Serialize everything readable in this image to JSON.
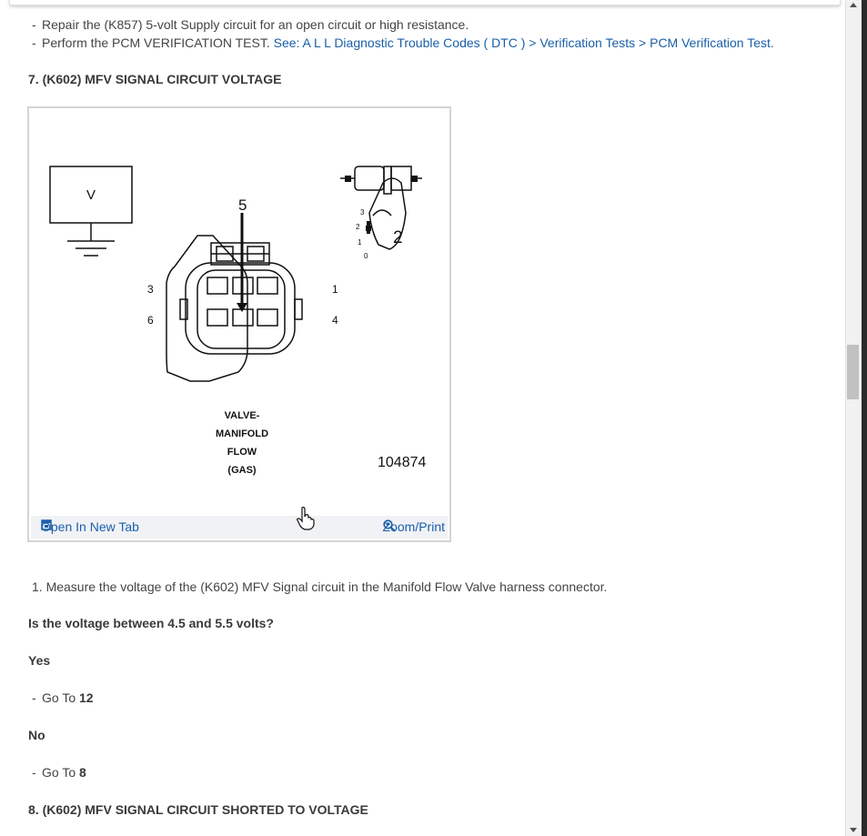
{
  "top_bullets": [
    {
      "text": "Repair the (K857) 5-volt Supply circuit for an open circuit or high resistance."
    },
    {
      "text": "Perform the PCM VERIFICATION TEST. ",
      "link": "See: A L L Diagnostic Trouble Codes ( DTC ) > Verification Tests > PCM Verification Test."
    }
  ],
  "section7": {
    "title": "7. (K602) MFV SIGNAL CIRCUIT VOLTAGE",
    "figure": {
      "meter_label": "V",
      "pin_callout": "5",
      "pin_labels": {
        "p3": "3",
        "p6": "6",
        "p1": "1",
        "p4": "4"
      },
      "key_positions": [
        "3",
        "2",
        "1",
        "0"
      ],
      "key_state": "2",
      "component_name": [
        "VALVE-",
        "MANIFOLD",
        "FLOW",
        "(GAS)"
      ],
      "figure_number": "104874",
      "open_tab_label": "Open In New Tab",
      "zoom_label": "Zoom/Print"
    },
    "step": "1. Measure the voltage of the (K602) MFV Signal circuit in the Manifold Flow Valve harness connector.",
    "question": "Is the voltage between 4.5 and 5.5 volts?",
    "yes_label": "Yes",
    "yes_goto_text": "Go To",
    "yes_goto_num": "12",
    "no_label": "No",
    "no_goto_text": "Go To",
    "no_goto_num": "8"
  },
  "section8": {
    "title": "8. (K602) MFV SIGNAL CIRCUIT SHORTED TO VOLTAGE"
  }
}
